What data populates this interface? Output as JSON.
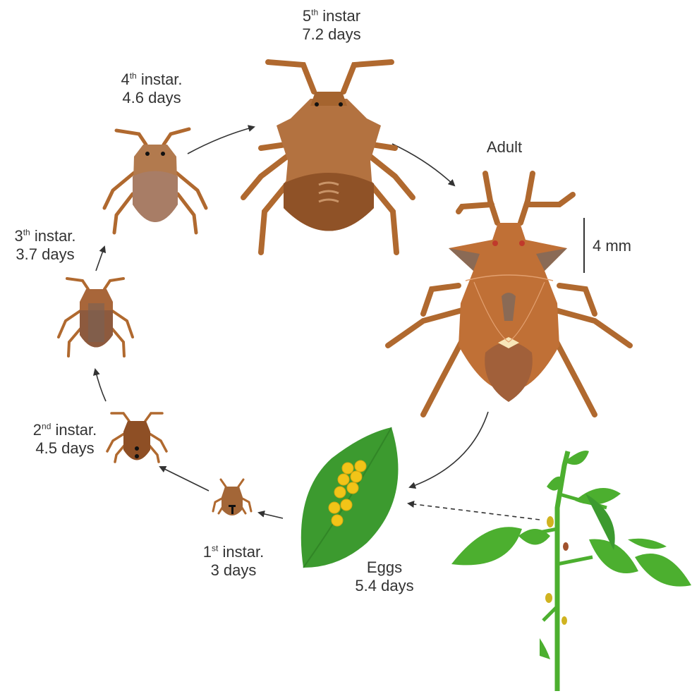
{
  "stages": [
    {
      "id": "fifth",
      "ordinal": "5",
      "suffix": "th",
      "name": " instar",
      "duration": "7.2 days"
    },
    {
      "id": "fourth",
      "ordinal": "4",
      "suffix": "th",
      "name": " instar.",
      "duration": "4.6 days"
    },
    {
      "id": "third",
      "ordinal": "3",
      "suffix": "th",
      "name": " instar.",
      "duration": "3.7 days"
    },
    {
      "id": "second",
      "ordinal": "2",
      "suffix": "nd",
      "name": " instar.",
      "duration": "4.5 days"
    },
    {
      "id": "first",
      "ordinal": "1",
      "suffix": "st",
      "name": " instar.",
      "duration": "3 days"
    }
  ],
  "adult": {
    "label": "Adult"
  },
  "eggs": {
    "label": "Eggs",
    "duration": "5.4 days"
  },
  "scale_bar": {
    "label": "4 mm"
  },
  "colors": {
    "bug_body": "#b0692f",
    "bug_dark": "#8a4f25",
    "bug_light": "#c98a55",
    "leaf": "#3c9a2f",
    "leaf_dark": "#2a7a22",
    "egg": "#f2c418",
    "plant": "#4caf2f",
    "arrow": "#333333",
    "text": "#333333"
  }
}
